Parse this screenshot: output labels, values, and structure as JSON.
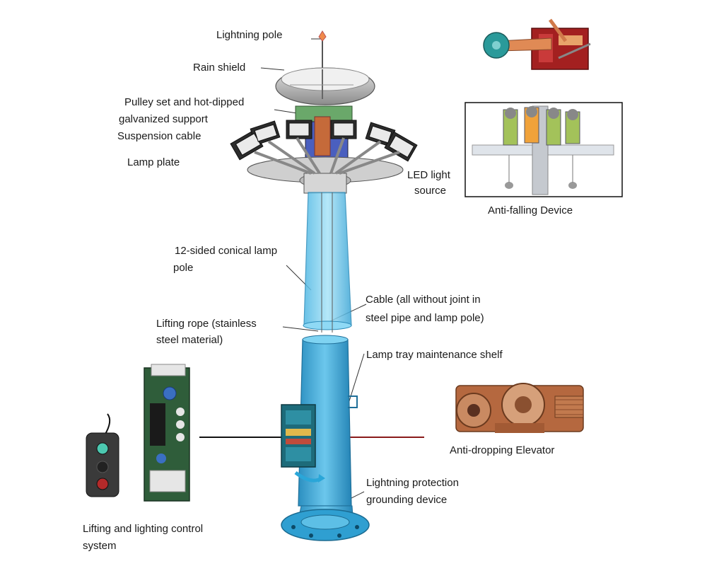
{
  "labels": {
    "lightning_pole": "Lightning pole",
    "rain_shield": "Rain shield",
    "pulley_set_1": "Pulley set and hot-dipped",
    "pulley_set_2": "galvanized support",
    "suspension_cable": "Suspension cable",
    "lamp_plate": "Lamp plate",
    "led_1": "LED light",
    "led_2": "source",
    "anti_falling": "Anti-falling Device",
    "pole_1": "12-sided conical lamp",
    "pole_2": "pole",
    "cable_1": "Cable (all without joint in",
    "cable_2": "steel pipe and lamp pole)",
    "rope_1": "Lifting rope (stainless",
    "rope_2": "steel material)",
    "shelf": "Lamp tray maintenance shelf",
    "elevator": "Anti-dropping Elevator",
    "ground_1": "Lightning protection",
    "ground_2": "grounding device",
    "control_1": "Lifting and lighting control",
    "control_2": "system"
  },
  "colors": {
    "pole": "#7fd3f2",
    "pole_dark": "#3aa7d6",
    "base": "#2f9fd1",
    "panel": "#1d6b7a",
    "elevator": "#b5683f",
    "anti_fall_body": "#a32020",
    "line": "#333333"
  }
}
